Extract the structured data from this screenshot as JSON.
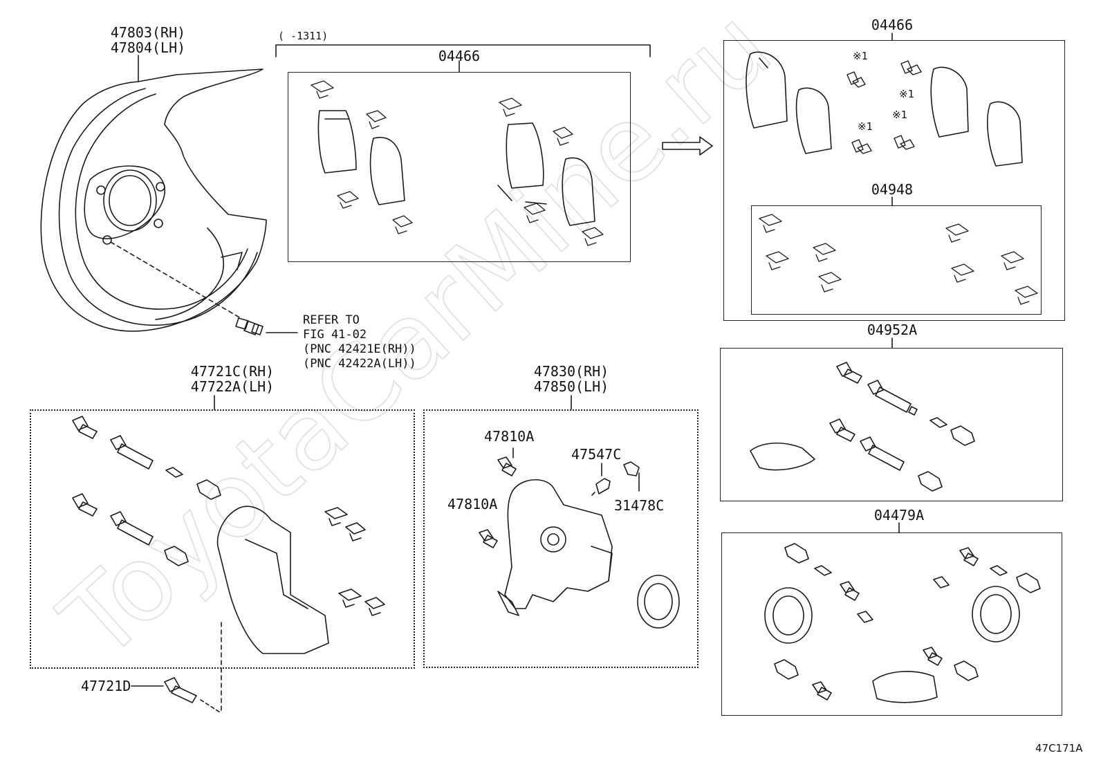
{
  "diagram": {
    "shield": {
      "labels": [
        "47803(RH)",
        "47804(LH)"
      ]
    },
    "refer_note": [
      "REFER TO",
      "FIG 41-02",
      "(PNC 42421E(RH))",
      "(PNC 42422A(LH))"
    ],
    "top_kit": {
      "range": "(      -1311)",
      "label": "04466"
    },
    "right_kit": {
      "label": "04466",
      "mark": "※1"
    },
    "shim_kit": {
      "label": "04948"
    },
    "guide_kit": {
      "label": "04952A"
    },
    "seal_kit": {
      "label": "04479A"
    },
    "mount": {
      "labels": [
        "47721C(RH)",
        "47722A(LH)"
      ],
      "bolt": "47721D"
    },
    "caliper": {
      "labels": [
        "47830(RH)",
        "47850(LH)"
      ],
      "bolt_upper": "47810A",
      "bolt_lower": "47810A",
      "bleeder": "47547C",
      "cap": "31478C"
    },
    "figure_code": "47C171A",
    "watermark": "ToyotaCarMine.ru"
  }
}
